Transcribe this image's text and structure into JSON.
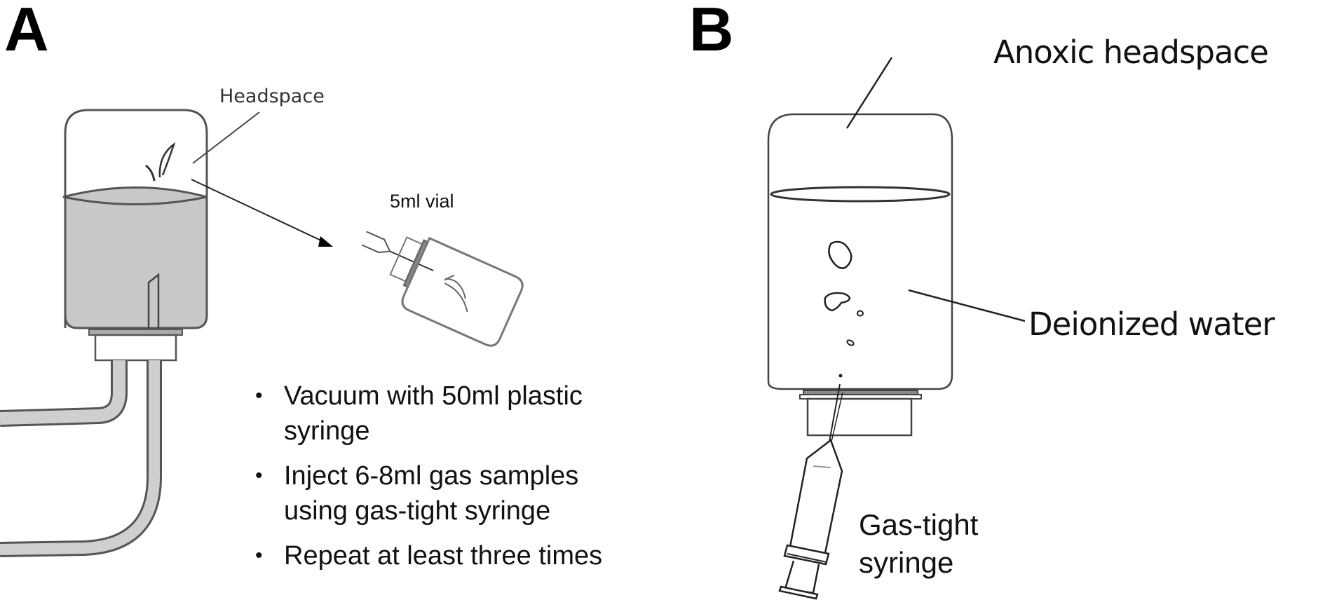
{
  "figure": {
    "panel_a": {
      "label": "A",
      "headspace_label": "Headspace",
      "vial_label": "5ml vial",
      "steps": [
        "Vacuum with 50ml plastic syringe",
        "Inject 6-8ml gas samples using gas-tight syringe",
        "Repeat at least three times"
      ],
      "liquid_color": "#c8c8c8",
      "tube_color": "#cfcfcf"
    },
    "panel_b": {
      "label": "B",
      "headspace_label": "Anoxic headspace",
      "water_label": "Deionized water",
      "syringe_label_line1": "Gas-tight",
      "syringe_label_line2": "syringe"
    }
  }
}
